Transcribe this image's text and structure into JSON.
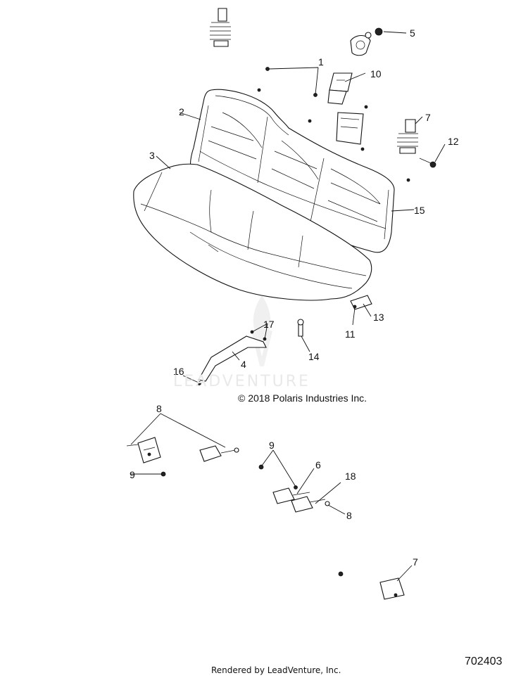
{
  "diagram": {
    "callouts": {
      "c1": "1",
      "c2": "2",
      "c3": "3",
      "c4": "4",
      "c5": "5",
      "c6": "6",
      "c7a": "7",
      "c7b": "7",
      "c8a": "8",
      "c8b": "8",
      "c9a": "9",
      "c9b": "9",
      "c10": "10",
      "c11": "11",
      "c12": "12",
      "c13": "13",
      "c14": "14",
      "c15": "15",
      "c16": "16",
      "c17": "17",
      "c18": "18"
    },
    "copyright": "© 2018 Polaris Industries Inc.",
    "watermark": "LEADVENTURE",
    "footer": "Rendered by LeadVenture, Inc.",
    "doc_number": "702403"
  }
}
